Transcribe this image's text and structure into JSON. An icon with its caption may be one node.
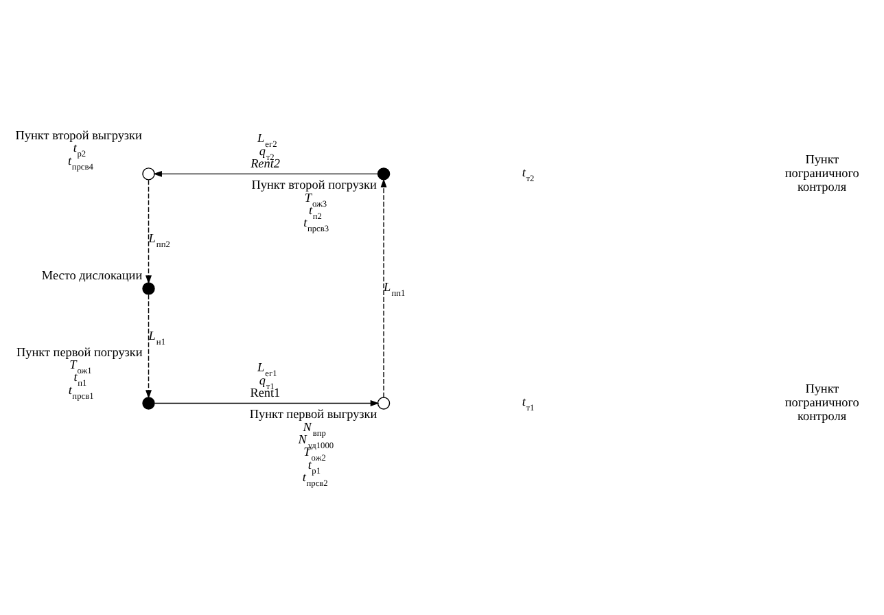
{
  "diagram": {
    "nodes": [
      {
        "text": [],
        "shape": "circle",
        "beside": [
          "Пункт второй выгрузки",
          "*t*$_{р2}$",
          "*t*$_{прсв4}$"
        ]
      },
      {
        "text": [],
        "shape": "dot",
        "beside": [
          "Пункт второй погрузки",
          "*T*$_{ож3}$",
          "*t*$_{п2}$",
          "*t*$_{прсв3}$"
        ]
      },
      {
        "text": [],
        "shape": "dot",
        "beside": [
          "Место дислокации"
        ]
      },
      {
        "text": [],
        "shape": "dot",
        "beside": [
          "Пункт первой погрузки",
          "*T*$_{ож1}$",
          "*t*$_{п1}$",
          "*t*$_{прсв1}$"
        ]
      },
      {
        "text": [],
        "shape": "circle",
        "beside": [
          "Пункт первой выгрузки",
          "*N*$_{впр}$",
          "*N*$_{уд1000}$",
          "*T*$_{ож2}$",
          "*t*$_{р1}$",
          "*t*$_{прсв2}$"
        ]
      }
    ],
    "edges": [
      {
        "from": 2,
        "to": 3,
        "arrow": "to",
        "style": "dashed",
        "label": "*L*$_{н1}$"
      },
      {
        "from": 3,
        "to": 4,
        "arrow": "to",
        "label": "*L*$_{ег1}$ *q*$_{т1}$ Rent1"
      },
      {
        "from": 4,
        "to": 1,
        "arrow": "to",
        "style": "dashed",
        "label": "*L*$_{пп1}$"
      },
      {
        "from": 1,
        "to": 0,
        "arrow": "to",
        "label": "*L*$_{ег2}$ *q*$_{т2}$ *Rent2*"
      },
      {
        "from": 0,
        "to": 2,
        "arrow": "to",
        "style": "dashed",
        "label": "*L*$_{пп2}$"
      }
    ],
    "labels": [
      "*t*$_{т2}$",
      "Пункт пограничного контроля",
      "*t*$_{т1}$",
      "Пункт пограничного контроля"
    ]
  }
}
